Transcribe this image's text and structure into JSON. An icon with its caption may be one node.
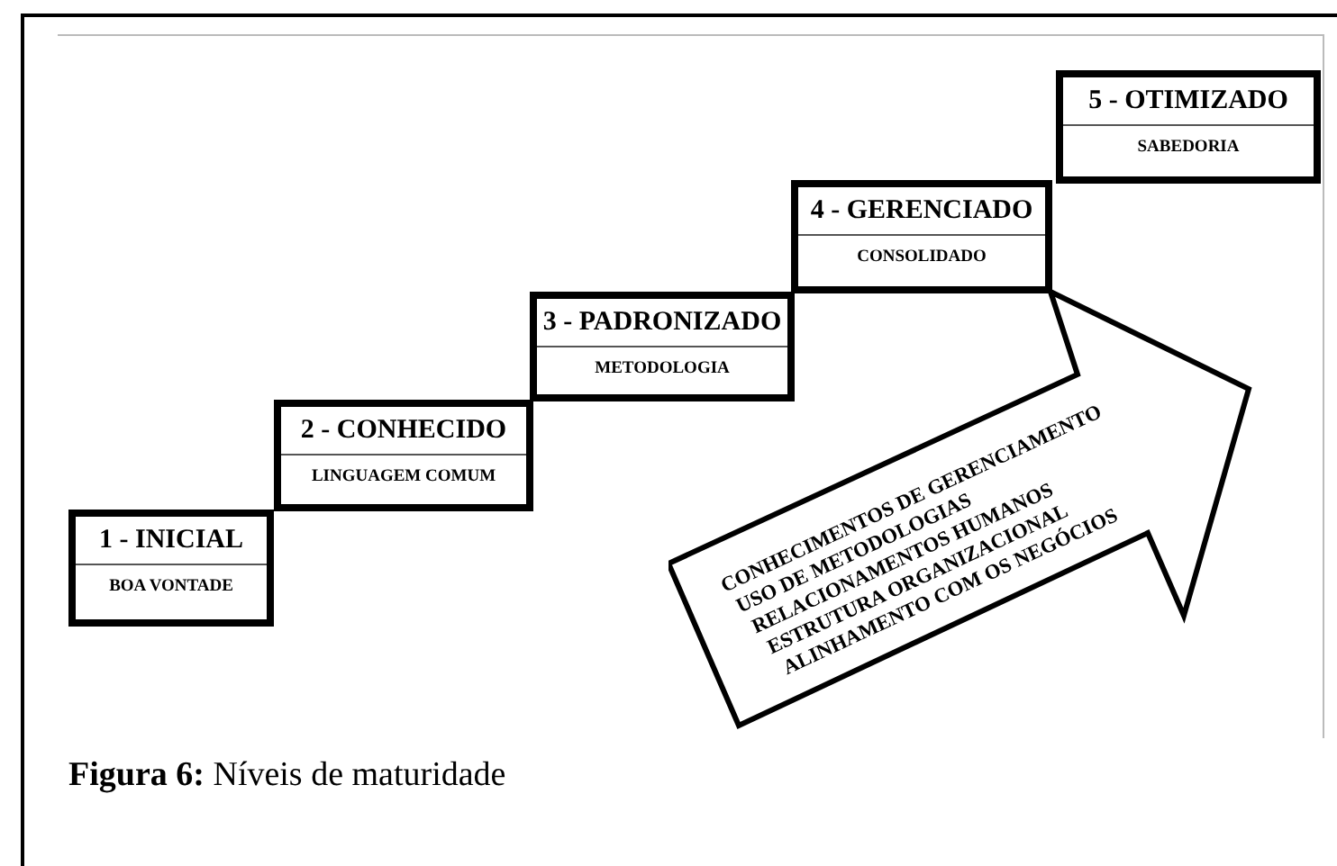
{
  "diagram": {
    "caption": "**Figura 6:** Níveis de maturidade",
    "nodes": [
      {
        "text": [
          "1 - INICIAL",
          "BOA VONTADE"
        ]
      },
      {
        "text": [
          "2 - CONHECIDO",
          "LINGUAGEM COMUM"
        ]
      },
      {
        "text": [
          "3 - PADRONIZADO",
          "METODOLOGIA"
        ]
      },
      {
        "text": [
          "4 - GERENCIADO",
          "CONSOLIDADO"
        ]
      },
      {
        "text": [
          "5 - OTIMIZADO",
          "SABEDORIA"
        ]
      },
      {
        "text": [
          "CONHECIMENTOS DE GERENCIAMENTO",
          "USO DE METODOLOGIAS",
          "RELACIONAMENTOS HUMANOS",
          "ESTRUTURA ORGANIZACIONAL",
          "ALINHAMENTO COM  OS NEGÓCIOS"
        ]
      }
    ]
  }
}
